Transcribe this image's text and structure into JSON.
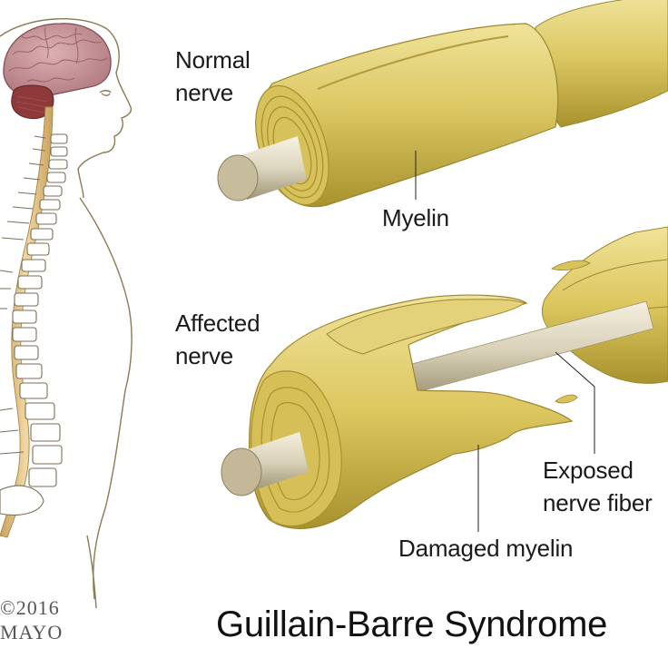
{
  "figure": {
    "title": "Guillain-Barre Syndrome",
    "copyright": {
      "year_line": "©2016",
      "owner_line": "MAYO"
    },
    "panels": [
      {
        "id": "normal",
        "label_lines": [
          "Normal",
          "nerve"
        ],
        "callouts": [
          {
            "text": "Myelin"
          }
        ]
      },
      {
        "id": "affected",
        "label_lines": [
          "Affected",
          "nerve"
        ],
        "callouts": [
          {
            "text_lines": [
              "Exposed",
              "nerve fiber"
            ]
          },
          {
            "text": "Damaged myelin"
          }
        ]
      }
    ],
    "body_figure": {
      "parts": [
        "brain",
        "cerebellum",
        "spinal cord",
        "vertebrae",
        "head and torso outline"
      ]
    },
    "colors": {
      "myelin": "#d9c45a",
      "myelin_dark": "#a8922e",
      "myelin_light": "#efe39a",
      "axon": "#ddd6bf",
      "brain": "#c9959a",
      "cerebellum": "#8e3a3a",
      "spinal_cord": "#e3c38a",
      "outline": "#8a7a55",
      "text": "#1a1a1a"
    }
  }
}
